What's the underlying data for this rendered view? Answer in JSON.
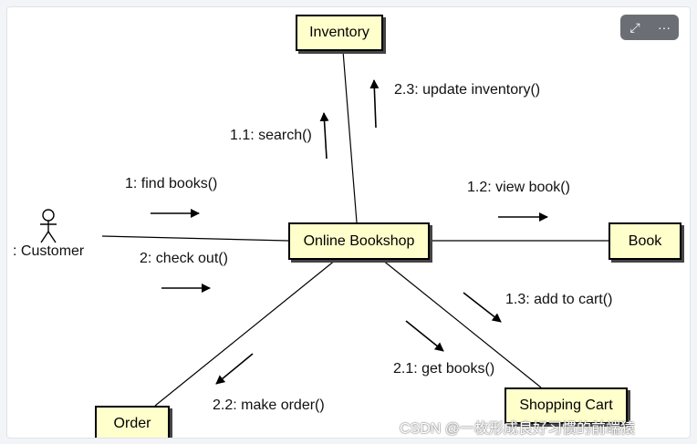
{
  "nodes": {
    "inventory": "Inventory",
    "bookshop": "Online Bookshop",
    "book": "Book",
    "order": "Order",
    "cart": "Shopping Cart"
  },
  "actor": {
    "label": ": Customer"
  },
  "messages": {
    "find_books": "1: find books()",
    "search": "1.1: search()",
    "update_inventory": "2.3: update inventory()",
    "view_book": "1.2: view book()",
    "check_out": "2: check out()",
    "add_to_cart": "1.3: add to cart()",
    "get_books": "2.1: get books()",
    "make_order": "2.2: make order()"
  },
  "toolbar": {
    "expand_icon": "⤢",
    "more_icon": "···"
  },
  "watermark": "CSDN @一枚形成良好习惯的前端猿",
  "colors": {
    "node_fill": "#ffffcc",
    "toolbar_bg": "#6b6f75"
  }
}
